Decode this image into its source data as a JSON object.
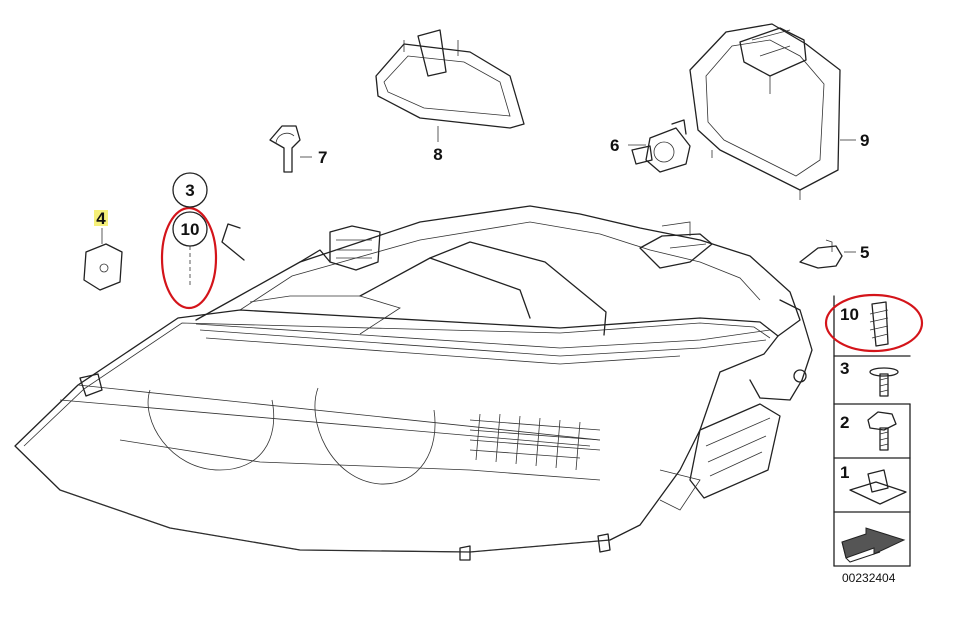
{
  "diagram": {
    "part_number": "00232404",
    "callouts": {
      "p1": "1",
      "p2": "2",
      "p3": "3",
      "p4": "4",
      "p5": "5",
      "p6": "6",
      "p7": "7",
      "p8": "8",
      "p9": "9",
      "p10": "10"
    },
    "circled_labels": {
      "upper": "3",
      "lower": "10"
    },
    "side_panel": {
      "row1": "10",
      "row2": "3",
      "row3": "2",
      "row4": "1"
    },
    "colors": {
      "highlight_fill": "#f5f07a",
      "annotation_red": "#d4141a"
    }
  }
}
